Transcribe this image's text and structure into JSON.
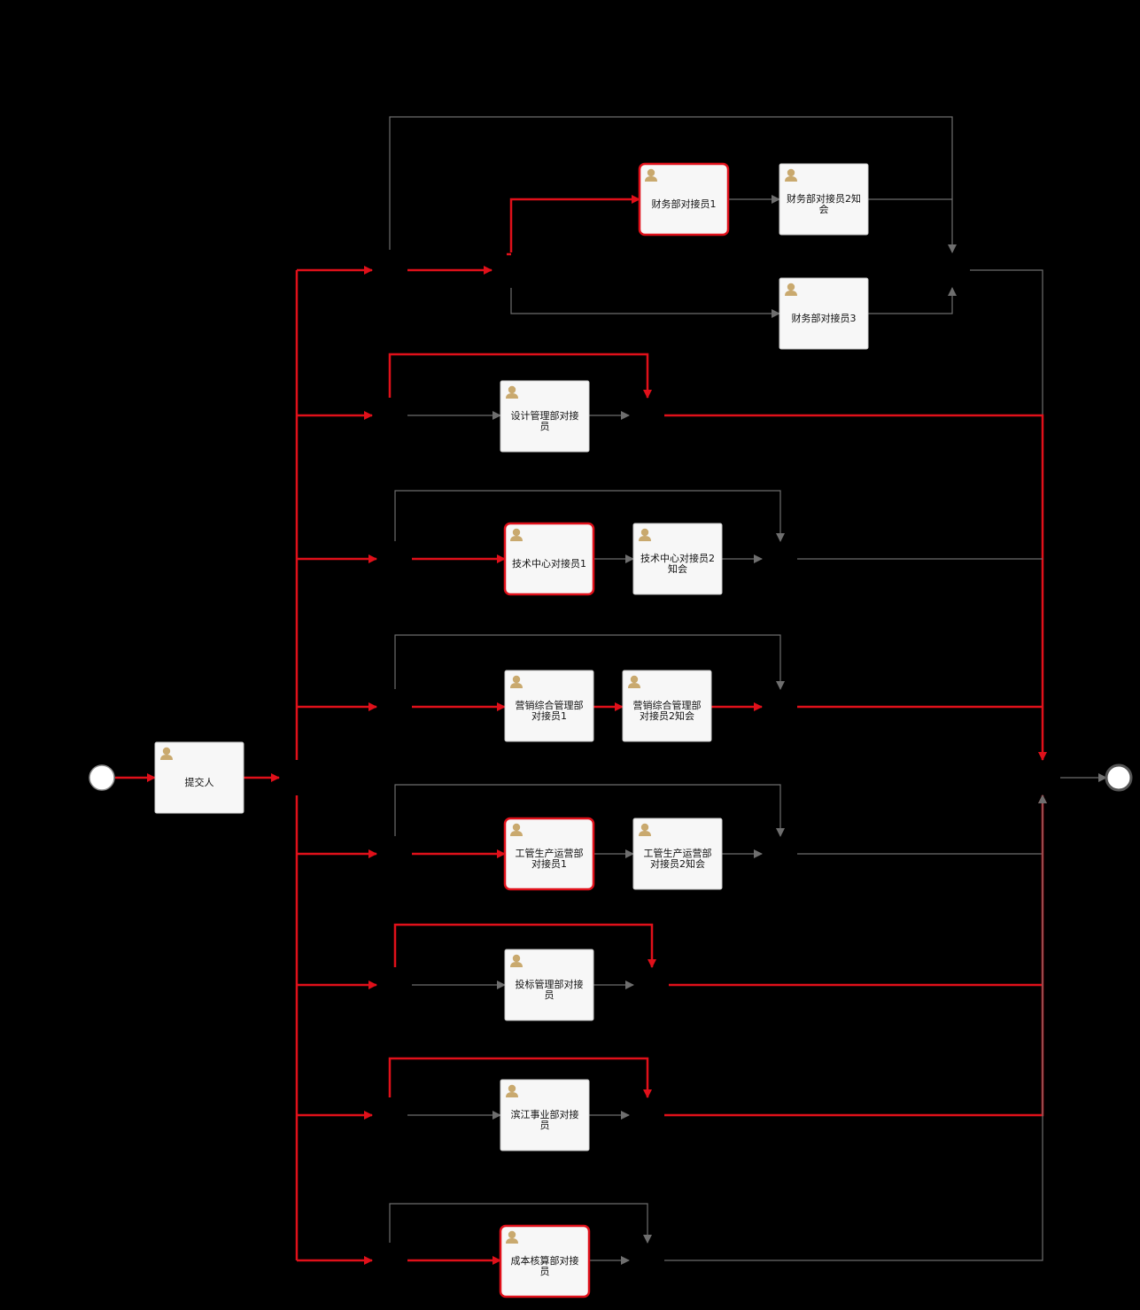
{
  "colors": {
    "background": "#000000",
    "active": "#e0101a",
    "inactive": "#6e6e6e",
    "task_fill": "#f7f7f7",
    "task_border": "#c8c8c8",
    "event_fill": "#ffffff",
    "user_icon": "#c9a96e"
  },
  "icons": {
    "user": "user-icon"
  },
  "process": {
    "start_event": "start-event",
    "end_event": "end-event",
    "submitter_task": {
      "label": "提交人",
      "active": false
    },
    "branches": [
      {
        "id": "finance",
        "tasks": [
          {
            "lines": [
              "财务部对接员1"
            ],
            "active": true
          },
          {
            "lines": [
              "财务部对接员2知",
              "会"
            ],
            "active": false
          },
          {
            "lines": [
              "财务部对接员3"
            ],
            "active": false
          }
        ]
      },
      {
        "id": "design",
        "tasks": [
          {
            "lines": [
              "设计管理部对接",
              "员"
            ],
            "active": false
          }
        ]
      },
      {
        "id": "tech",
        "tasks": [
          {
            "lines": [
              "技术中心对接员1"
            ],
            "active": true
          },
          {
            "lines": [
              "技术中心对接员2",
              "知会"
            ],
            "active": false
          }
        ]
      },
      {
        "id": "marketing",
        "tasks": [
          {
            "lines": [
              "营销综合管理部",
              "对接员1"
            ],
            "active": false
          },
          {
            "lines": [
              "营销综合管理部",
              "对接员2知会"
            ],
            "active": false
          }
        ]
      },
      {
        "id": "engineering",
        "tasks": [
          {
            "lines": [
              "工管生产运营部",
              "对接员1"
            ],
            "active": true
          },
          {
            "lines": [
              "工管生产运营部",
              "对接员2知会"
            ],
            "active": false
          }
        ]
      },
      {
        "id": "bidding",
        "tasks": [
          {
            "lines": [
              "投标管理部对接",
              "员"
            ],
            "active": false
          }
        ]
      },
      {
        "id": "binjiang",
        "tasks": [
          {
            "lines": [
              "滨江事业部对接",
              "员"
            ],
            "active": false
          }
        ]
      },
      {
        "id": "cost",
        "tasks": [
          {
            "lines": [
              "成本核算部对接",
              "员"
            ],
            "active": true
          }
        ]
      }
    ]
  }
}
